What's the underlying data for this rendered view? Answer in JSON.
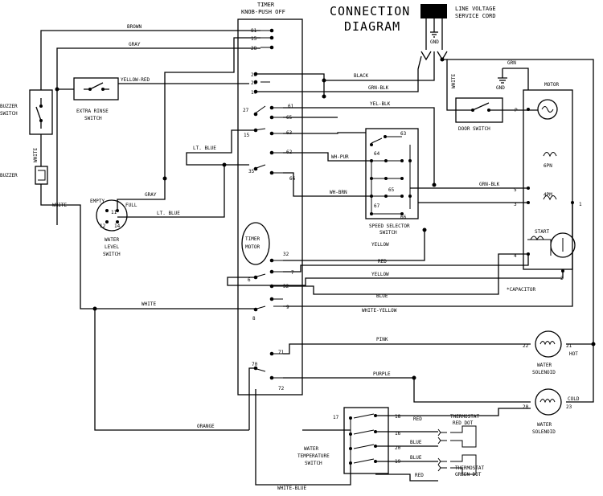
{
  "title": {
    "line1": "CONNECTION",
    "line2": "DIAGRAM"
  },
  "timer": {
    "header1": "TIMER",
    "header2": "KNOB-PUSH OFF",
    "motor1": "TIMER",
    "motor2": "MOTOR"
  },
  "cord": {
    "line1": "LINE VOLTAGE",
    "line2": "SERVICE CORD",
    "gnd": "GND"
  },
  "components": {
    "buzzer_switch1": "BUZZER",
    "buzzer_switch2": "SWITCH",
    "buzzer": "BUZZER",
    "extra_rinse1": "EXTRA RINSE",
    "extra_rinse2": "SWITCH",
    "wl1": "WATER",
    "wl2": "LEVEL",
    "wl3": "SWITCH",
    "empty": "EMPTY",
    "full": "FULL",
    "door_switch": "DOOR SWITCH",
    "motor": "MOTOR",
    "grn": "GRN",
    "gnd": "GND",
    "start": "START",
    "capacitor": "*CAPACITOR",
    "ss1": "SPEED SELECTOR",
    "ss2": "SWITCH",
    "hot_sol1": "WATER",
    "hot_sol2": "SOLENOID",
    "cold_sol1": "WATER",
    "cold_sol2": "SOLENOID",
    "hot": "HOT",
    "cold": "COLD",
    "wts1": "WATER",
    "wts2": "TEMPERATURE",
    "wts3": "SWITCH",
    "thermo_red1": "THERMOSTAT",
    "thermo_red2": "RED DOT",
    "thermo_grn1": "THERMOSTAT",
    "thermo_grn2": "GREEN DOT",
    "p": "P",
    "six_pn": "6PN",
    "four_pm": "4PM"
  },
  "wires": {
    "brown": "BROWN",
    "gray_top": "GRAY",
    "yellow_red": "YELLOW-RED",
    "black": "BLACK",
    "grn_blk": "GRN-BLK",
    "yel_blk": "YEL-BLK",
    "lt_blue": "LT. BLUE",
    "wh_pur": "WH-PUR",
    "wh_brn": "WH-BRN",
    "grn_blk2": "GRN-BLK",
    "gray2": "GRAY",
    "lt_blue2": "LT. BLUE",
    "white_left": "WHITE",
    "white_side": "WHITE",
    "white_right": "WHITE",
    "yellow": "YELLOW",
    "red": "RED",
    "yellow2": "YELLOW",
    "blue": "BLUE",
    "white_mid": "WHITE",
    "white_yellow": "WHITE-YELLOW",
    "pink": "PINK",
    "purple": "PURPLE",
    "orange": "ORANGE",
    "red2": "RED",
    "blue2": "BLUE",
    "blue3": "BLUE",
    "red3": "RED",
    "white_blue": "WHITE-BLUE"
  },
  "terminals": {
    "t81": "81",
    "t15a": "15",
    "t28": "28",
    "t26a": "26",
    "t26b": "26",
    "t17": "17",
    "t27": "27",
    "t61": "61",
    "t65": "65",
    "t15b": "15",
    "t63": "63",
    "t62": "62",
    "t35": "35",
    "t66": "66",
    "t32a": "32",
    "t7": "7",
    "t6": "6",
    "t32b": "32",
    "t9": "9",
    "t8": "8",
    "t71": "71",
    "t70": "70",
    "t72": "72",
    "ss63": "63",
    "ss64": "64",
    "ss65": "65",
    "ss67": "67",
    "ss66": "66",
    "m5": "5",
    "m3": "3",
    "m1": "1",
    "m4": "4",
    "m2": "2",
    "wl11": "11",
    "wl12": "12",
    "wl14": "14",
    "s22": "22",
    "s21": "21",
    "s20": "20",
    "s23": "23",
    "wts17": "17",
    "wts18": "18",
    "wts16": "16",
    "wts20": "20",
    "wts19": "19"
  }
}
